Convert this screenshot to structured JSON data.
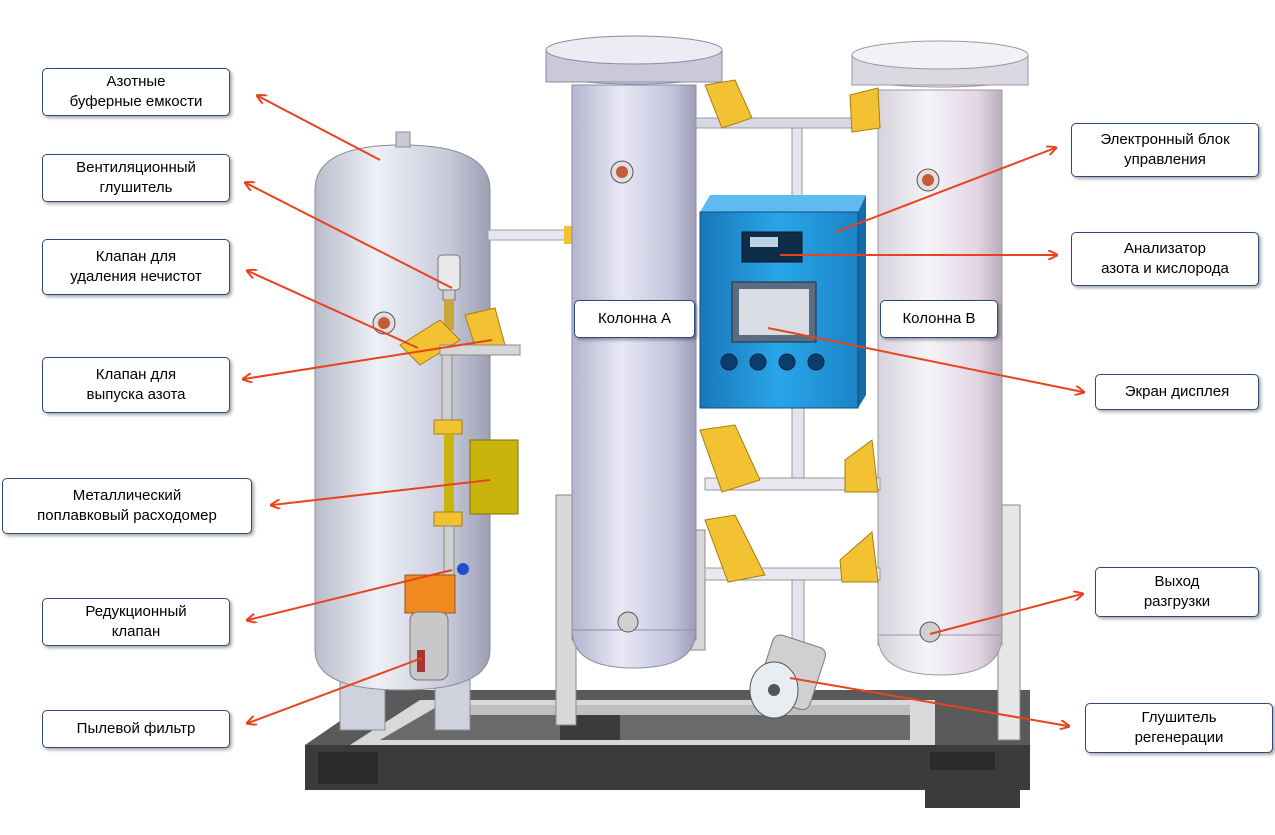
{
  "labels": {
    "nitrogen_buffer_tanks": "Азотные\nбуферные емкости",
    "vent_silencer": "Вентиляционный\nглушитель",
    "impurity_valve": "Клапан для\nудаления нечистот",
    "nitrogen_outlet_valve": "Клапан для\nвыпуска азота",
    "float_flowmeter": "Металлический\nпоплавковый расходомер",
    "reducing_valve": "Редукционный\nклапан",
    "dust_filter": "Пылевой фильтр",
    "column_a": "Колонна А",
    "column_b": "Колонна В",
    "control_unit": "Электронный блок\nуправления",
    "analyzer": "Анализатор\nазота и кислорода",
    "display_screen": "Экран дисплея",
    "discharge_outlet": "Выход\nразгрузки",
    "regen_silencer": "Глушитель\nрегенерации"
  },
  "colors": {
    "arrow": "#e8431c",
    "box_border": "#2e4a78",
    "control_cabinet": "#1e9ae0",
    "flowmeter_box": "#c9b40e",
    "valve_yellow": "#f2c232",
    "filter_orange": "#f08a1e",
    "frame": "#3b3b3b"
  }
}
